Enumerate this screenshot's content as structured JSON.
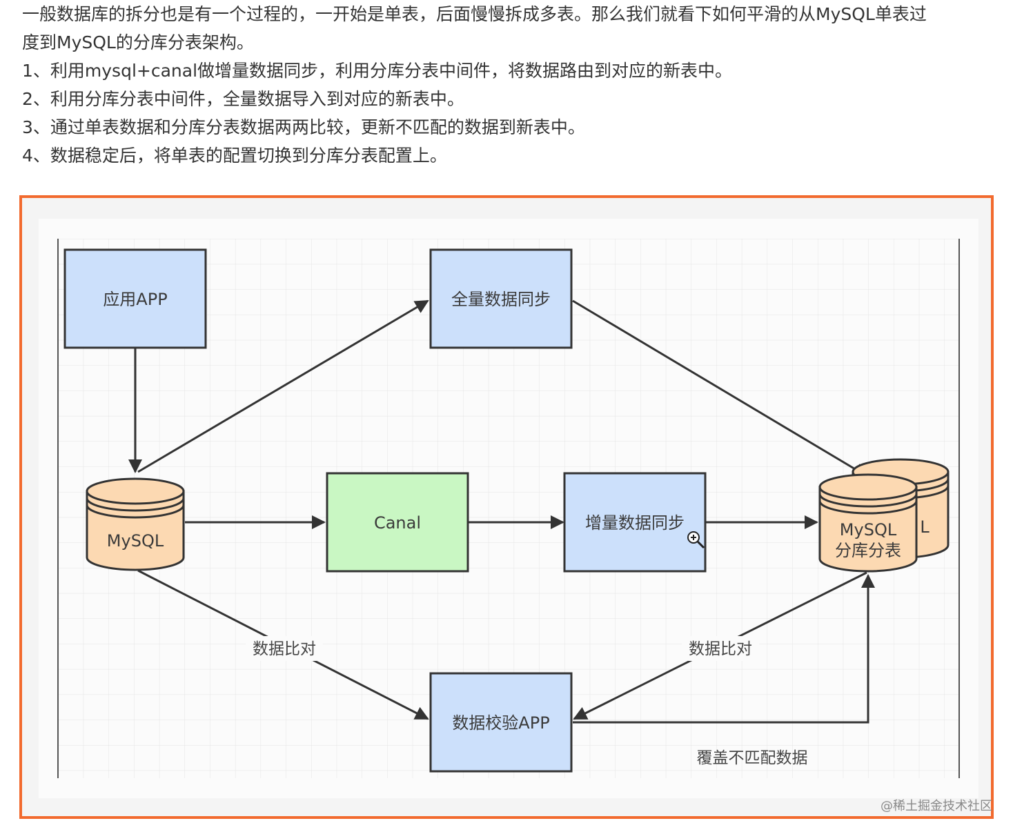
{
  "intro": {
    "lines": [
      "一般数据库的拆分也是有一个过程的，一开始是单表，后面慢慢拆成多表。那么我们就看下如何平滑的从MySQL单表过",
      "度到MySQL的分库分表架构。",
      "1、利用mysql+canal做增量数据同步，利用分库分表中间件，将数据路由到对应的新表中。",
      "2、利用分库分表中间件，全量数据导入到对应的新表中。",
      "3、通过单表数据和分库分表数据两两比较，更新不匹配的数据到新表中。",
      "4、数据稳定后，将单表的配置切换到分库分表配置上。"
    ]
  },
  "diagram": {
    "nodes": {
      "app": "应用APP",
      "full_sync": "全量数据同步",
      "mysql": "MySQL",
      "canal": "Canal",
      "inc_sync": "增量数据同步",
      "target_line1": "MySQL",
      "target_line2": "分库分表",
      "target_back_fragment": "L",
      "verify_app": "数据校验APP"
    },
    "edge_labels": {
      "compare_left": "数据比对",
      "compare_right": "数据比对",
      "overwrite": "覆盖不匹配数据"
    },
    "colors": {
      "blue_box": "#cce0fb",
      "green_box": "#c9f7c3",
      "cylinder": "#fcd9b2",
      "stroke": "#333333",
      "frame": "#f26a2e",
      "grid": "#e4e4e4"
    }
  },
  "watermark": "@稀土掘金技术社区"
}
